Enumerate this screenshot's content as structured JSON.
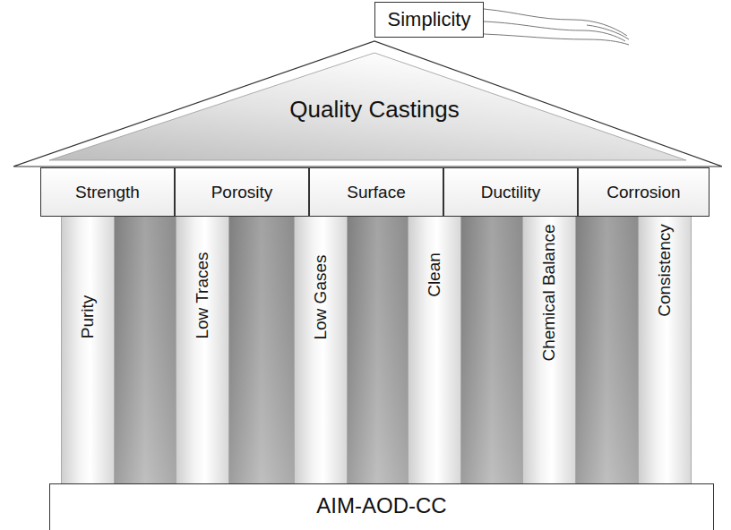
{
  "diagram": {
    "nodes": [
      {
        "text": [
          "Simplicity"
        ]
      },
      {
        "text": [
          "Quality Castings"
        ]
      },
      {
        "text": [
          "Strength"
        ]
      },
      {
        "text": [
          "Porosity"
        ]
      },
      {
        "text": [
          "Surface"
        ]
      },
      {
        "text": [
          "Ductility"
        ]
      },
      {
        "text": [
          "Corrosion"
        ]
      },
      {
        "text": [
          "Purity"
        ]
      },
      {
        "text": [
          "Low Traces"
        ]
      },
      {
        "text": [
          "Low Gases"
        ]
      },
      {
        "text": [
          "Clean"
        ]
      },
      {
        "text": [
          "Chemical Balance"
        ]
      },
      {
        "text": [
          "Consistency"
        ]
      },
      {
        "text": [
          "AIM-AOD-CC"
        ]
      }
    ]
  }
}
